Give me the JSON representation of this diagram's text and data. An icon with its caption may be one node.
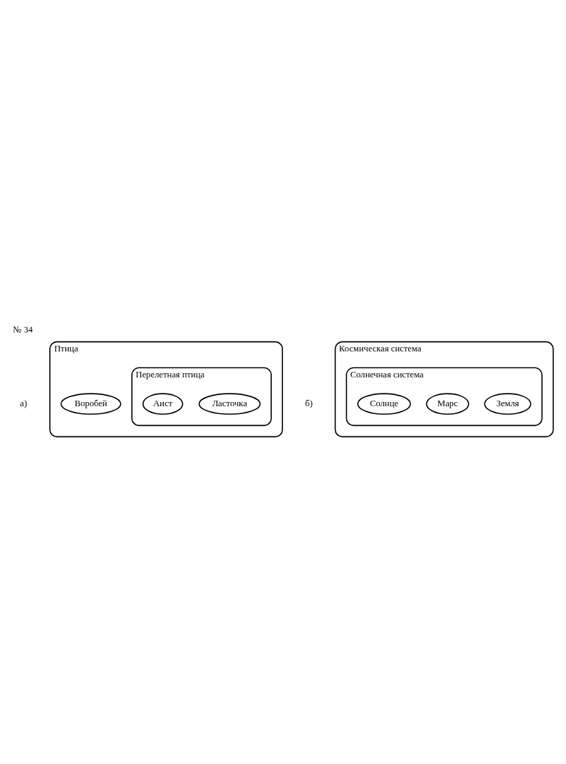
{
  "diagram": {
    "title": "№ 34",
    "nodes": [
      {
        "text": [
          "Птица"
        ]
      },
      {
        "text": [
          "Перелетная птица"
        ],
        "in": 0
      },
      {
        "text": [
          "Ласточка"
        ],
        "in": 1
      },
      {
        "text": [
          "Аист"
        ],
        "in": 1
      },
      {
        "text": [
          "Воробей"
        ],
        "in": 0
      },
      {
        "text": [
          "Космическая система"
        ]
      },
      {
        "text": [
          "Солнечная система"
        ],
        "in": 5
      },
      {
        "text": [
          "Земля"
        ],
        "in": 6
      },
      {
        "text": [
          "Марс"
        ],
        "in": 6
      },
      {
        "text": [
          "Солнце"
        ],
        "in": 6
      }
    ],
    "labels": [
      "а)",
      "б)"
    ]
  }
}
